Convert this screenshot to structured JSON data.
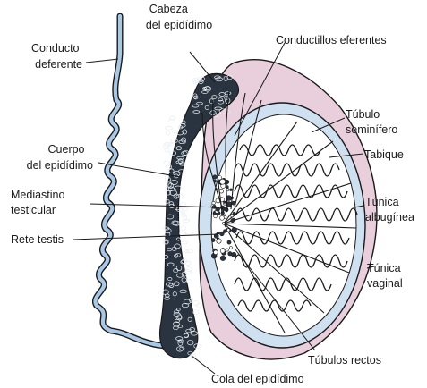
{
  "labels": {
    "conducto_deferente": [
      "Conducto",
      "deferente"
    ],
    "cabeza_epididimo": [
      "Cabeza",
      "del epidídimo"
    ],
    "conductillos_eferentes": [
      "Conductillos eferentes"
    ],
    "tubulo_seminifero": [
      "Túbulo",
      "seminífero"
    ],
    "cuerpo_epididimo": [
      "Cuerpo",
      "del epidídimo"
    ],
    "tabique": [
      "Tabique"
    ],
    "mediastino_testicular": [
      "Mediastino",
      "testicular"
    ],
    "tunica_albuginea": [
      "Túnica",
      "albugínea"
    ],
    "rete_testis": [
      "Rete testis"
    ],
    "tunica_vaginal": [
      "Túnica",
      "vaginal"
    ],
    "tubulos_rectos": [
      "Túbulos rectos"
    ],
    "cola_epididimo": [
      "Cola del epidídimo"
    ]
  },
  "colors": {
    "vas_fill": "#a9c8e6",
    "tunica_vaginal": "#e9cfdc",
    "albuginea": "#cfe0f1",
    "testis_interior": "#ffffff",
    "epididymis": "#2a3440",
    "line": "#1a1a1a"
  }
}
